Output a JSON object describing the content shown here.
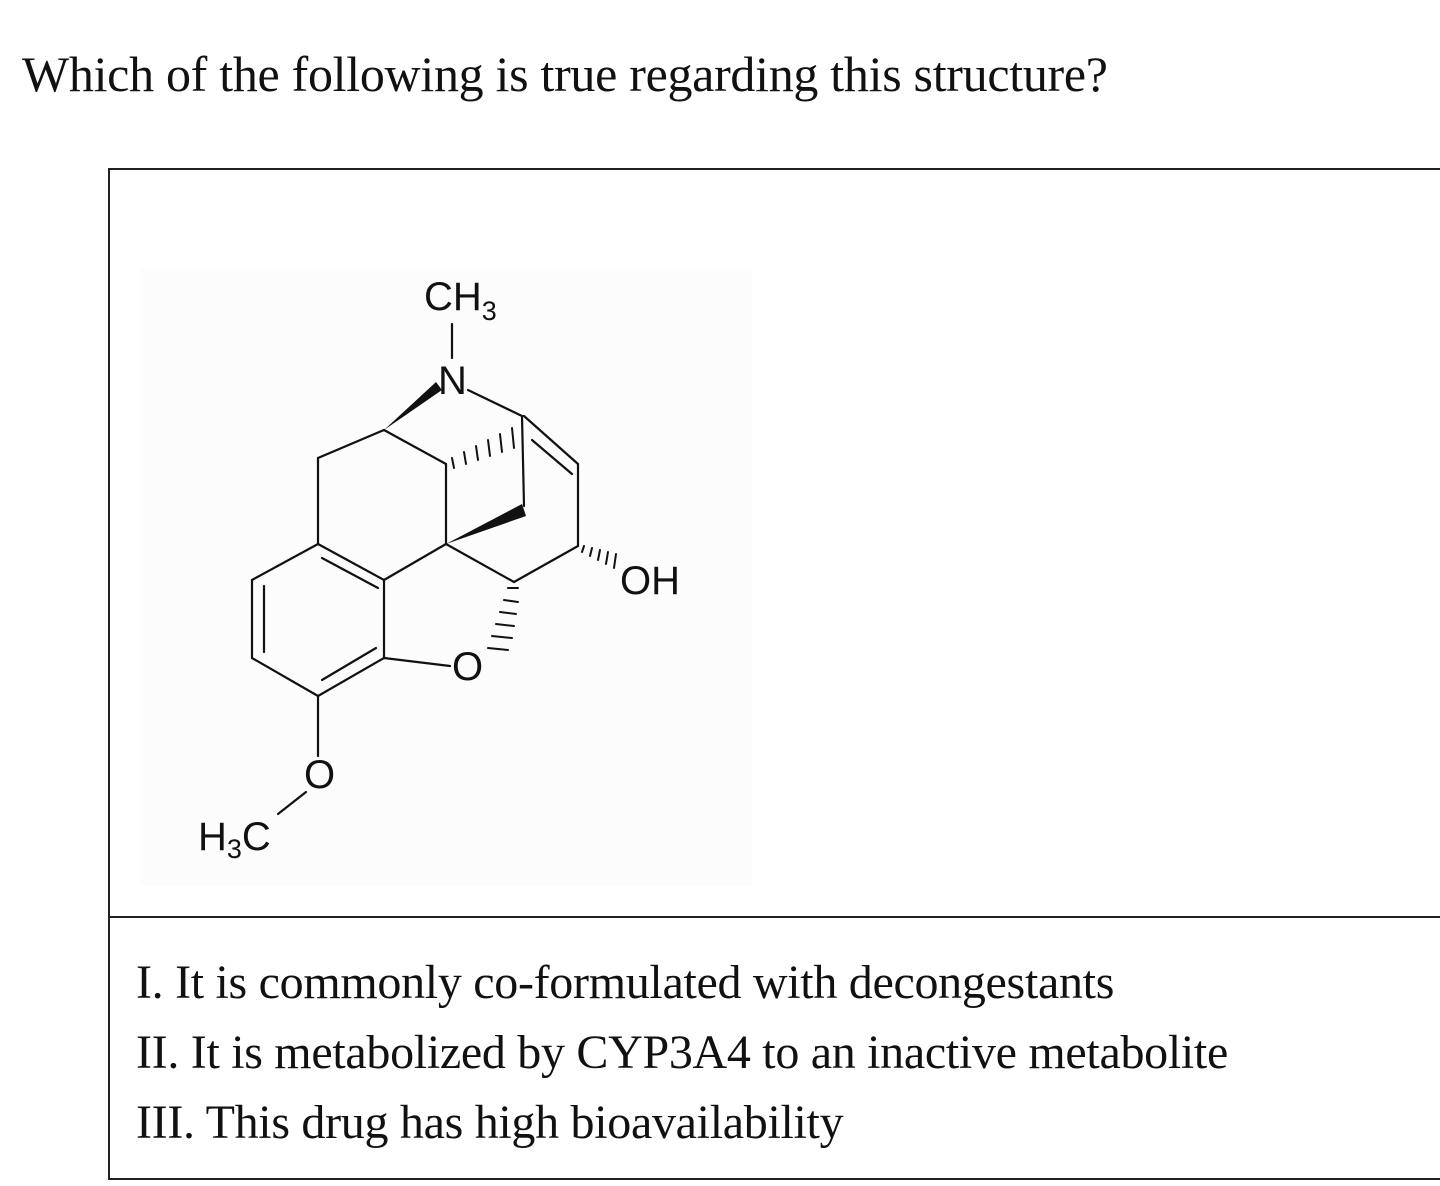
{
  "question": "Which of the following is true regarding this structure?",
  "structure": {
    "labels": {
      "n_methyl": "CH",
      "n_methyl_sub": "3",
      "nitrogen": "N",
      "hydroxyl": "OH",
      "ether_oxygen": "O",
      "methoxy_oxygen": "O",
      "methoxy_methyl": "H",
      "methoxy_methyl_sub": "3",
      "methoxy_methyl_c": "C"
    }
  },
  "statements": [
    "I. It is commonly co-formulated with decongestants",
    "II. It is metabolized by CYP3A4 to an inactive metabolite",
    "III. This drug has high bioavailability"
  ]
}
